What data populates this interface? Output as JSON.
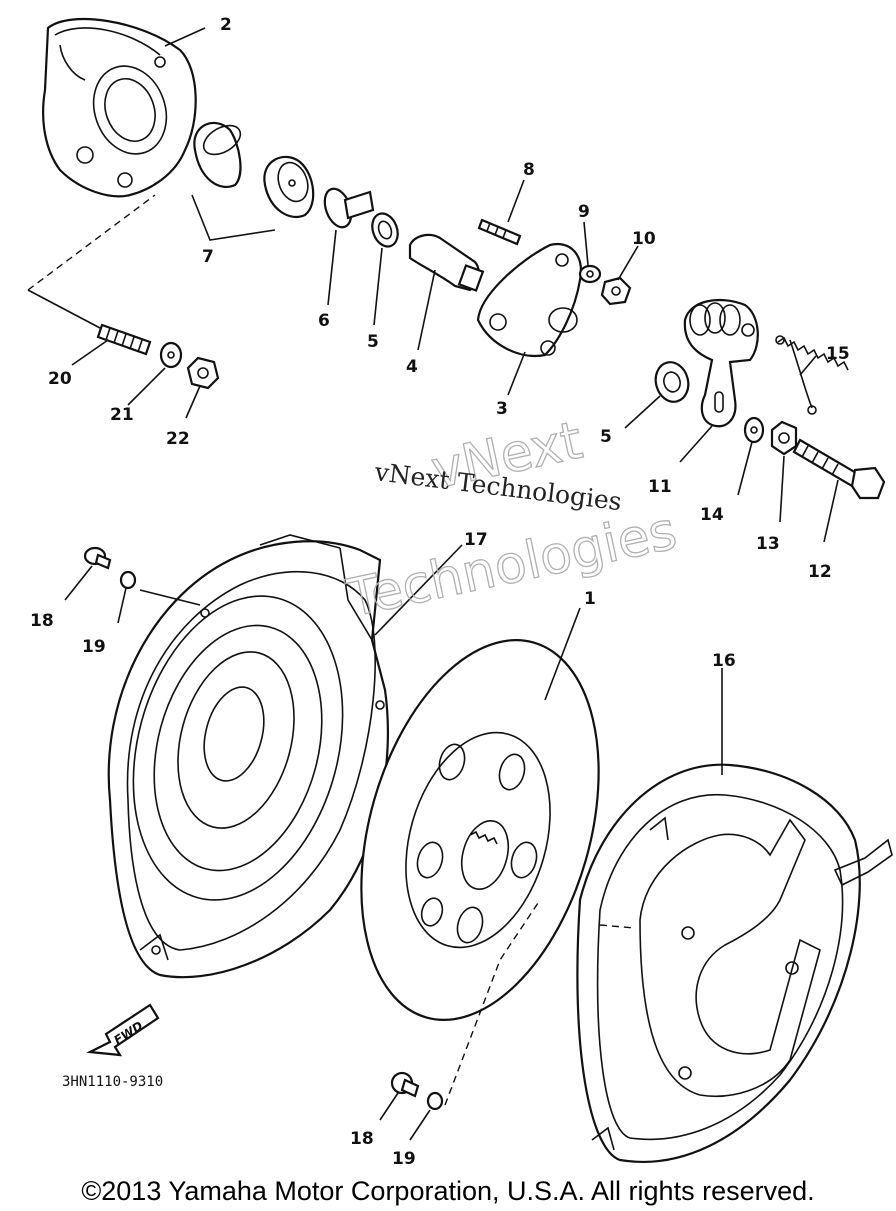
{
  "parts": [
    {
      "n": "1"
    },
    {
      "n": "2"
    },
    {
      "n": "3"
    },
    {
      "n": "4"
    },
    {
      "n": "5"
    },
    {
      "n": "5"
    },
    {
      "n": "6"
    },
    {
      "n": "7"
    },
    {
      "n": "8"
    },
    {
      "n": "9"
    },
    {
      "n": "10"
    },
    {
      "n": "11"
    },
    {
      "n": "12"
    },
    {
      "n": "13"
    },
    {
      "n": "14"
    },
    {
      "n": "15"
    },
    {
      "n": "16"
    },
    {
      "n": "17"
    },
    {
      "n": "18"
    },
    {
      "n": "18"
    },
    {
      "n": "19"
    },
    {
      "n": "19"
    },
    {
      "n": "20"
    },
    {
      "n": "21"
    },
    {
      "n": "22"
    }
  ],
  "watermark": {
    "line1": "vNext Technologies",
    "line2a": "vNext",
    "line2b": "Technologies"
  },
  "fwd_label": "FWD",
  "diagram_code": "3HN1110-9310",
  "copyright": "©2013 Yamaha Motor Corporation, U.S.A. All rights reserved."
}
